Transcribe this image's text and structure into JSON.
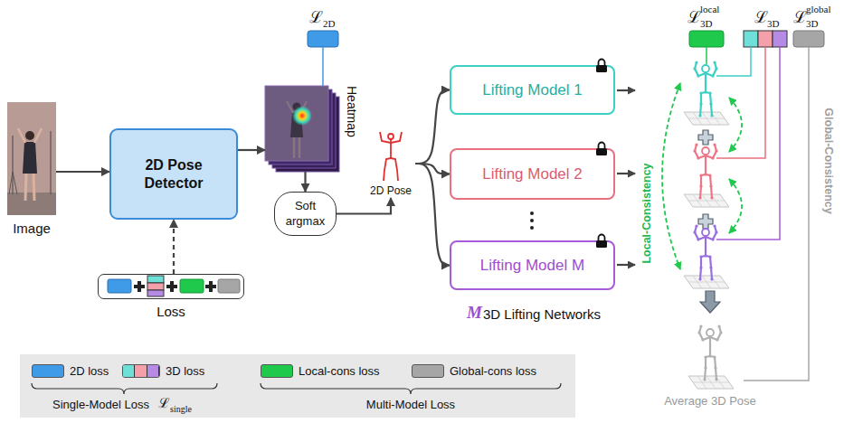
{
  "diagram": {
    "nodes": [
      {
        "text": [
          "Image"
        ]
      },
      {
        "text": [
          "2D Pose Detector"
        ]
      },
      {
        "text": [
          "Loss"
        ]
      },
      {
        "text": [
          "Heatmap"
        ]
      },
      {
        "text": [
          "Soft argmax"
        ]
      },
      {
        "text": [
          "2D Pose"
        ]
      },
      {
        "text": [
          "Lifting Model 1"
        ]
      },
      {
        "text": [
          "Lifting Model 2"
        ]
      },
      {
        "text": [
          "Lifting Model M"
        ]
      },
      {
        "text": [
          "Average 3D Pose"
        ]
      }
    ],
    "edges": [
      {
        "from": 0,
        "to": 1,
        "arrow": "to"
      },
      {
        "from": 1,
        "to": 3,
        "arrow": "to"
      },
      {
        "from": 3,
        "to": 4,
        "arrow": "to"
      },
      {
        "from": 4,
        "to": 5,
        "arrow": "to"
      },
      {
        "from": 5,
        "to": 6,
        "arrow": "to"
      },
      {
        "from": 5,
        "to": 7,
        "arrow": "to"
      },
      {
        "from": 5,
        "to": 8,
        "arrow": "to"
      },
      {
        "from": 2,
        "to": 1,
        "arrow": "to"
      }
    ],
    "labels": [
      "ℒ",
      "2D",
      "ℒ",
      "3D",
      "local",
      "ℒ",
      "3D",
      "ℒ",
      "3D",
      "global",
      "Local-Consistency",
      "Global-Consistency",
      "M",
      "3D Lifting Networks",
      "Single-Model Loss",
      "ℒ",
      "single",
      "Multi-Model Loss"
    ],
    "legend": [
      {
        "text": "2D loss",
        "color": "#3f9ae8"
      },
      {
        "text": "3D loss"
      },
      {
        "text": "Local-cons loss",
        "color": "#1ec94c"
      },
      {
        "text": "Global-cons loss",
        "color": "#a6a6a6"
      }
    ]
  }
}
